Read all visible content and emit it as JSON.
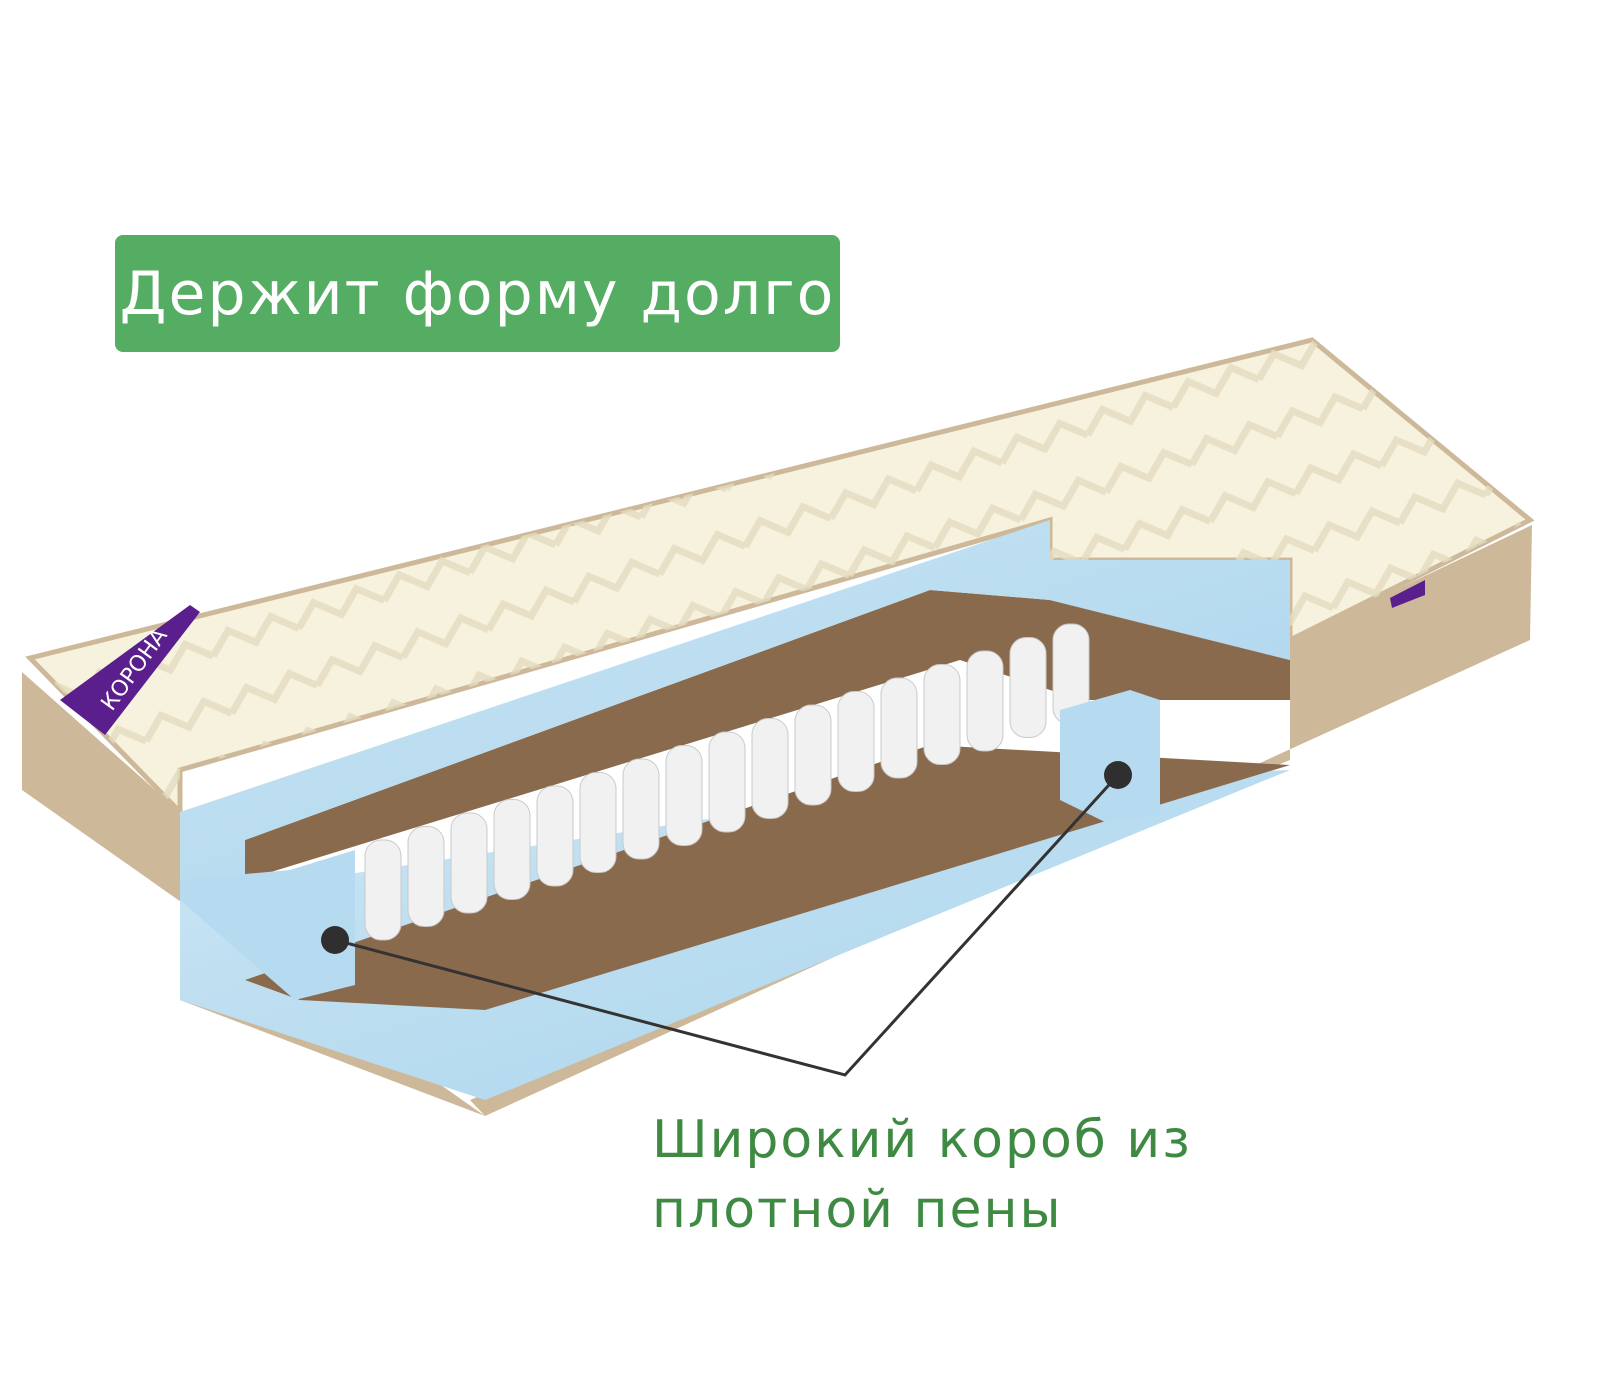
{
  "banner": {
    "text": "Держит форму долго",
    "color": "#55ad63"
  },
  "brand": {
    "label": "КОРОНА",
    "label_color": "#5a1f8c"
  },
  "callout": {
    "line1": "Широкий короб из",
    "line2": "плотной пены",
    "color": "#3f8a43"
  },
  "icons": [
    "mattress-illustration",
    "brand-tag",
    "callout-dot"
  ]
}
